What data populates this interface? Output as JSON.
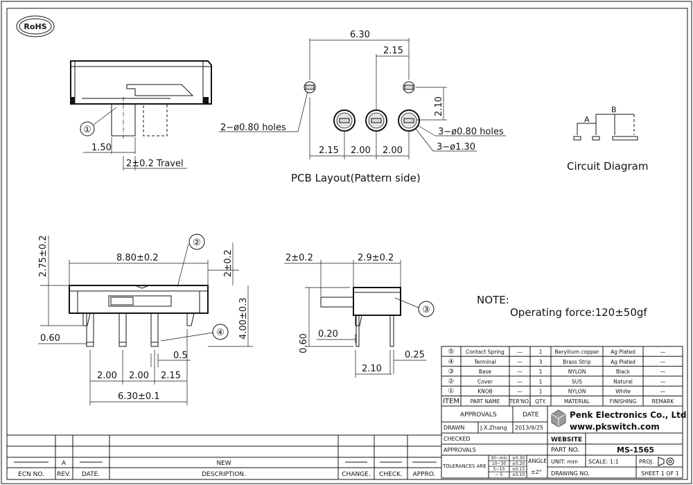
{
  "logo_rohs": "RoHS",
  "side_view": {
    "callout": "①",
    "dim_knob_width": "1.50",
    "dim_travel": "2±0.2 Travel"
  },
  "pcb_layout": {
    "title": "PCB Layout(Pattern side)",
    "dim_overall": "6.30",
    "dim_right_offset": "2.15",
    "dim_vertical": "2.10",
    "dim_pitch_1": "2.15",
    "dim_pitch_2": "2.00",
    "dim_pitch_3": "2.00",
    "hole_note_small": "2−ø0.80 holes",
    "hole_note_row": "3−ø0.80 holes",
    "pad_note_row": "3−ø1.30"
  },
  "circuit": {
    "title": "Circuit Diagram",
    "label_a": "A",
    "label_b": "B"
  },
  "front_view": {
    "dim_height": "2.75±0.2",
    "dim_body_length": "8.80±0.2",
    "dim_knob_height": "2±0.2",
    "dim_total_height": "4.00±0.3",
    "dim_pin_width": "0.60",
    "dim_pin_gap": "0.5",
    "dim_pitch_1": "2.00",
    "dim_pitch_2": "2.00",
    "dim_pitch_3": "2.15",
    "dim_pin_span": "6.30±0.1",
    "callout_cover": "②",
    "callout_terminal": "④"
  },
  "end_view": {
    "dim_knob": "2±0.2",
    "dim_body": "2.9±0.2",
    "dim_pin_height": "0.60",
    "dim_pin_thick": "0.20",
    "dim_pin_tip": "0.25",
    "dim_pin_base": "2.10",
    "callout_base": "③"
  },
  "note": {
    "heading": "NOTE:",
    "text": "Operating force:120±50gf"
  },
  "bom": {
    "headers": [
      "ITEM",
      "PART NAME",
      "TER'NO.",
      "QTY.",
      "MATERIAL",
      "FINISHING",
      "REMARK"
    ],
    "rows": [
      {
        "item": "⑤",
        "part": "Contact Spring",
        "ter": "—",
        "qty": "1",
        "material": "Beryllium copper",
        "finish": "Ag Plated",
        "remark": "—"
      },
      {
        "item": "④",
        "part": "Terminal",
        "ter": "—",
        "qty": "3",
        "material": "Brass Strip",
        "finish": "Ag Plated",
        "remark": "—"
      },
      {
        "item": "③",
        "part": "Base",
        "ter": "—",
        "qty": "1",
        "material": "NYLON",
        "finish": "Black",
        "remark": "—"
      },
      {
        "item": "②",
        "part": "Cover",
        "ter": "—",
        "qty": "1",
        "material": "SUS",
        "finish": "Natural",
        "remark": "—"
      },
      {
        "item": "①",
        "part": "KNOB",
        "ter": "—",
        "qty": "1",
        "material": "NYLON",
        "finish": "White",
        "remark": "—"
      }
    ]
  },
  "title_block": {
    "approvals": "APPROVALS",
    "date": "DATE",
    "drawn": "DRAWN",
    "drawn_by": "J.X.Zhang",
    "drawn_date": "2013/9/25",
    "checked": "CHECKED",
    "approvals2": "APPROVALS",
    "company": "Penk Electronics Co., Ltd",
    "website_url": "www.pkswitch.com",
    "website_label": "WEBSITE",
    "part_no_label": "PART NO.",
    "part_no": "MS-1565",
    "tolerances": "TOLERANCES ARE",
    "tol_rows": [
      {
        "range": "30~min",
        "tol": "±0.30"
      },
      {
        "range": "10~30",
        "tol": "±0.20"
      },
      {
        "range": "5~10",
        "tol": "±0.15"
      },
      {
        "range": "~ 5",
        "tol": "±0.10"
      }
    ],
    "angle_label": "ANGLE",
    "angle": "±2°",
    "unit": "UNIT: mm",
    "scale": "SCALE: 1:1",
    "proj": "PROJ.",
    "drawing_no": "DRAWING NO.",
    "sheet": "SHEET 1 OF 1"
  },
  "revision": {
    "rev": "A",
    "desc": "NEW",
    "h_ecn": "ECN NO.",
    "h_rev": "REV.",
    "h_date": "DATE.",
    "h_desc": "DESCRIPTION.",
    "h_change": "CHANGE.",
    "h_check": "CHECK.",
    "h_appro": "APPRO."
  }
}
